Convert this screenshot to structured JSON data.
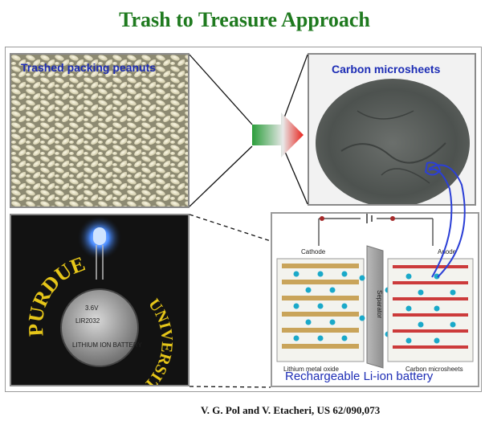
{
  "title": "Trash to Treasure Approach",
  "panels": {
    "peanuts": {
      "label": "Trashed packing peanuts"
    },
    "carbon": {
      "label": "Carbon microsheets"
    },
    "led": {
      "ring_text_top": "PURDUE",
      "ring_text_right": "UNIVERSITY",
      "cell_voltage": "3.6V",
      "cell_model": "LIR2032",
      "cell_type": "LITHIUM ION BATTERY"
    },
    "battery": {
      "label": "Rechargeable Li-ion battery",
      "cathode": "Cathode",
      "anode": "Anode",
      "separator": "Separator",
      "cathode_material": "Lithium metal oxide",
      "anode_material": "Carbon microsheets"
    }
  },
  "citation": "V. G. Pol and V. Etacheri, US 62/090,073",
  "colors": {
    "title": "#1f7a1f",
    "labels": "#1d2db5",
    "arrow_start": "#2a9d3a",
    "arrow_end": "#e8231c"
  }
}
